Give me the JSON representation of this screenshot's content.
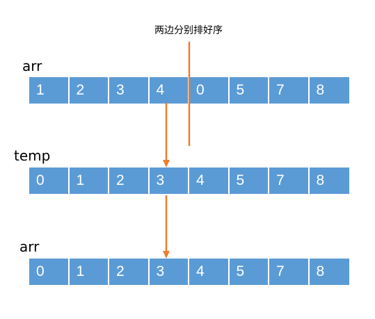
{
  "caption": "两边分别排好序",
  "arrays": [
    {
      "label": "arr",
      "values": [
        "1",
        "2",
        "3",
        "4",
        "0",
        "5",
        "7",
        "8"
      ]
    },
    {
      "label": "temp",
      "values": [
        "0",
        "1",
        "2",
        "3",
        "4",
        "5",
        "7",
        "8"
      ]
    },
    {
      "label": "arr",
      "values": [
        "0",
        "1",
        "2",
        "3",
        "4",
        "5",
        "7",
        "8"
      ]
    }
  ],
  "colors": {
    "cell_fill": "#5b9bd5",
    "cell_text": "#ffffff",
    "arrow": "#ed7d31"
  }
}
